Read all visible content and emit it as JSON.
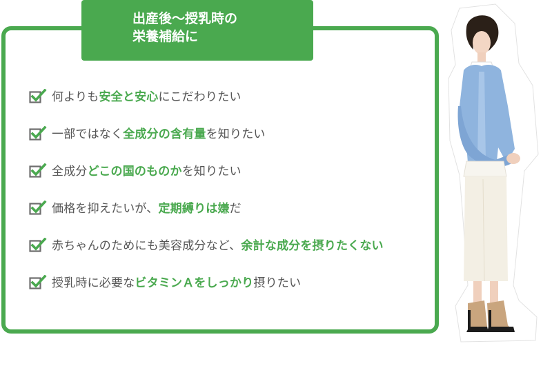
{
  "title": {
    "line1": "出産後〜授乳時の",
    "line2": "栄養補給に"
  },
  "checklist": [
    {
      "segments": [
        {
          "text": "何よりも",
          "hl": false
        },
        {
          "text": "安全と安心",
          "hl": true
        },
        {
          "text": "にこだわりたい",
          "hl": false
        }
      ]
    },
    {
      "segments": [
        {
          "text": "一部ではなく",
          "hl": false
        },
        {
          "text": "全成分の含有量",
          "hl": true
        },
        {
          "text": "を知りたい",
          "hl": false
        }
      ]
    },
    {
      "segments": [
        {
          "text": "全成分",
          "hl": false
        },
        {
          "text": "どこの国のものか",
          "hl": true
        },
        {
          "text": "を知りたい",
          "hl": false
        }
      ]
    },
    {
      "segments": [
        {
          "text": "価格を抑えたいが、",
          "hl": false
        },
        {
          "text": "定期縛りは嫌",
          "hl": true
        },
        {
          "text": "だ",
          "hl": false
        }
      ]
    },
    {
      "segments": [
        {
          "text": "赤ちゃんのためにも美容成分など、",
          "hl": false
        },
        {
          "text": "余計な成分を摂りたくない",
          "hl": true
        }
      ]
    },
    {
      "segments": [
        {
          "text": "授乳時に必要な",
          "hl": false
        },
        {
          "text": "ビタミンＡをしっかり",
          "hl": true
        },
        {
          "text": "摂りたい",
          "hl": false
        }
      ]
    }
  ],
  "colors": {
    "accent": "#4aa94f",
    "text": "#555555",
    "check_box": "#6d6d6d"
  },
  "icons": {
    "check": "checkbox-checked-icon"
  }
}
